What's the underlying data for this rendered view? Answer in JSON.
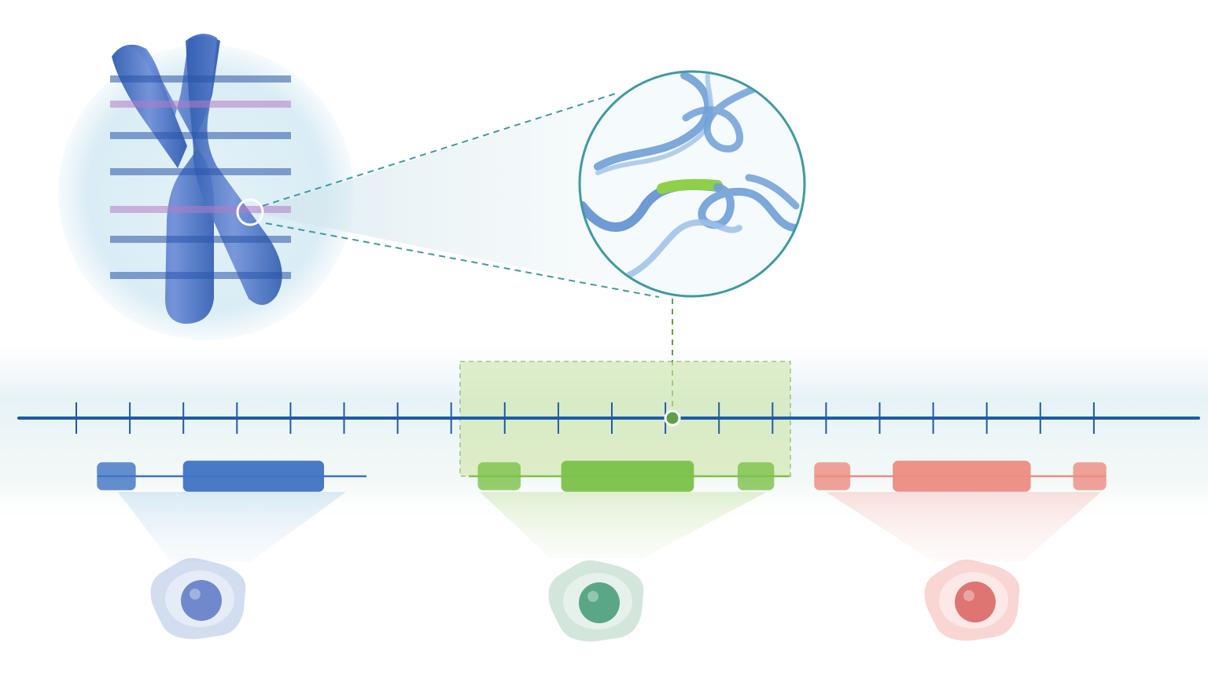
{
  "figure": {
    "subject": "chromosome-to-gene-to-cell-diagram",
    "background_color": "#ffffff"
  },
  "colors": {
    "chromosome": "#3f6fc0",
    "chromosome_band_dark": "#2a56a8",
    "chromosome_band_pink": "#b27cc4",
    "halo": "#d6ebf4",
    "zoom_ring": "#3f9aa0",
    "genome_axis": "#1f5ba8",
    "highlight_box": "#cfe6a8",
    "highlight_border": "#5fa046",
    "dna_strand": "#6f9fd6",
    "dna_highlight": "#8fcf4a",
    "gene_blue": "#3f74c4",
    "gene_green": "#7cc24a",
    "gene_red": "#ee8c82",
    "cell_blue": "#9cb4e0",
    "cell_green": "#9fcab0",
    "cell_red": "#f2a6a0"
  },
  "chromosome": {
    "icon": "x-chromosome-icon",
    "bands": 7
  },
  "genome_axis": {
    "tick_count": 20,
    "highlight_tick_range": [
      8,
      13
    ],
    "marker_tick": 11.5
  },
  "genes": [
    {
      "name": "gene-blue",
      "color_key": "gene_blue",
      "exons": [
        {
          "start": 0.0,
          "end": 0.14
        },
        {
          "start": 0.32,
          "end": 0.84
        }
      ],
      "intron_end": 1.0
    },
    {
      "name": "gene-green",
      "color_key": "gene_green",
      "exons": [
        {
          "start": 0.03,
          "end": 0.16
        },
        {
          "start": 0.29,
          "end": 0.7
        },
        {
          "start": 0.84,
          "end": 0.95
        }
      ],
      "intron_end": 1.0
    },
    {
      "name": "gene-red",
      "color_key": "gene_red",
      "exons": [
        {
          "start": 0.0,
          "end": 0.12
        },
        {
          "start": 0.27,
          "end": 0.74
        },
        {
          "start": 0.89,
          "end": 1.0
        }
      ],
      "intron_end": 1.0
    }
  ],
  "cells": [
    {
      "name": "cell-blue",
      "color_key": "cell_blue",
      "nucleus": "#5a78c4"
    },
    {
      "name": "cell-green",
      "color_key": "cell_green",
      "nucleus": "#3f9a72"
    },
    {
      "name": "cell-red",
      "color_key": "cell_red",
      "nucleus": "#d8605e"
    }
  ]
}
